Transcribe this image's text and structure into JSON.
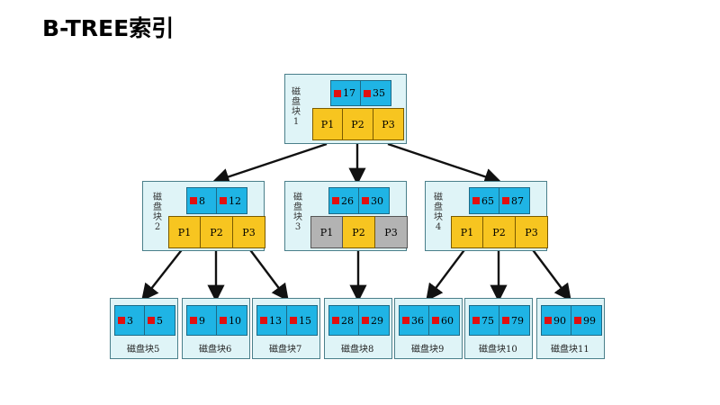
{
  "title": "B-TREE索引",
  "root": {
    "label": "磁盘块1",
    "keys": [
      "17",
      "35"
    ],
    "pointers": [
      "P1",
      "P2",
      "P3"
    ]
  },
  "internal": [
    {
      "label": "磁盘块2",
      "keys": [
        "8",
        "12"
      ],
      "pointers": [
        "P1",
        "P2",
        "P3"
      ]
    },
    {
      "label": "磁盘块3",
      "keys": [
        "26",
        "30"
      ],
      "pointers": [
        "P1",
        "P2",
        "P3"
      ]
    },
    {
      "label": "磁盘块4",
      "keys": [
        "65",
        "87"
      ],
      "pointers": [
        "P1",
        "P2",
        "P3"
      ]
    }
  ],
  "leaves": [
    {
      "label": "磁盘块5",
      "keys": [
        "3",
        "5"
      ]
    },
    {
      "label": "磁盘块6",
      "keys": [
        "9",
        "10"
      ]
    },
    {
      "label": "磁盘块7",
      "keys": [
        "13",
        "15"
      ]
    },
    {
      "label": "磁盘块8",
      "keys": [
        "28",
        "29"
      ]
    },
    {
      "label": "磁盘块9",
      "keys": [
        "36",
        "60"
      ]
    },
    {
      "label": "磁盘块10",
      "keys": [
        "75",
        "79"
      ]
    },
    {
      "label": "磁盘块11",
      "keys": [
        "90",
        "99"
      ]
    }
  ],
  "colors": {
    "key_cell": "#1fb4e5",
    "pointer_cell": "#f7c520",
    "unused_pointer_cell": "#b3b3b3",
    "block_bg": "#dff4f7",
    "key_marker": "#e01010"
  }
}
